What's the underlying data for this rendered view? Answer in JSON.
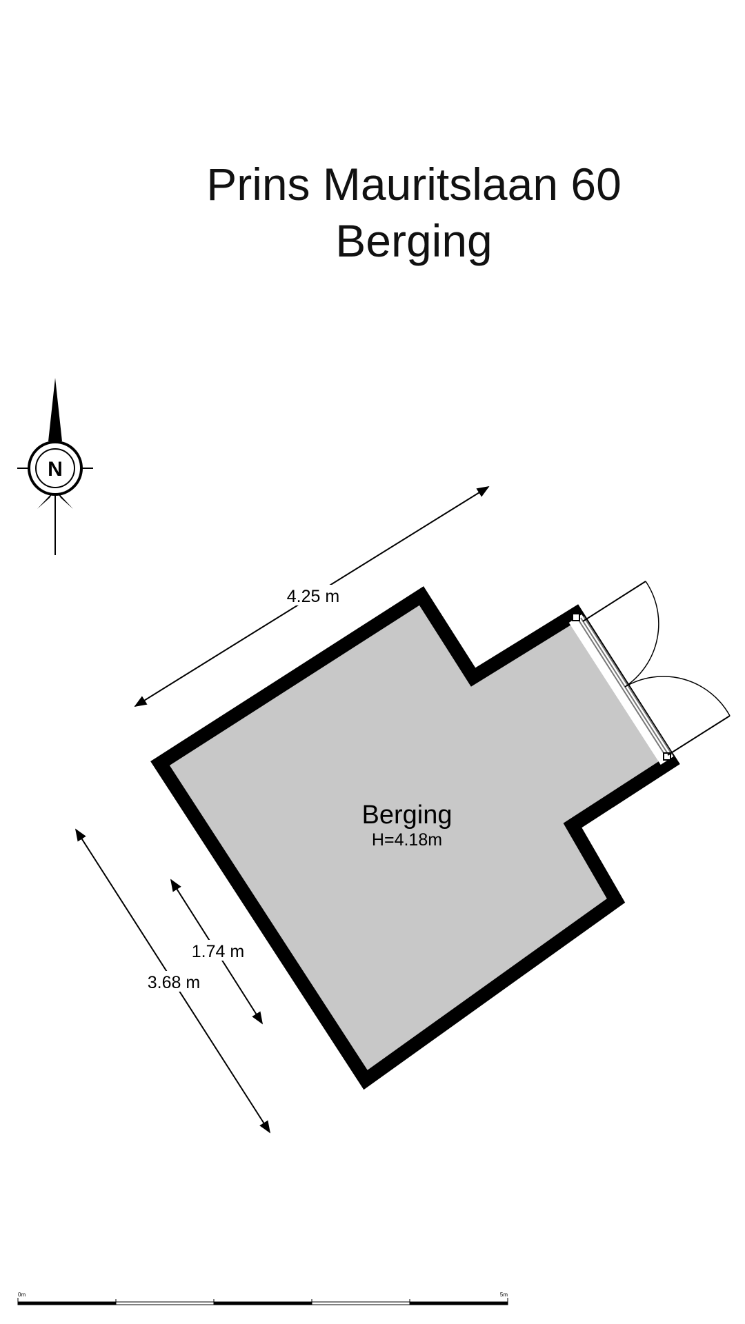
{
  "title": {
    "address": "Prins Mauritslaan 60",
    "floor": "Berging"
  },
  "room": {
    "name": "Berging",
    "height": "H=4.18m"
  },
  "dimensions": {
    "top": "4.25 m",
    "left_inner": "1.74 m",
    "left_outer": "3.68 m"
  },
  "compass": {
    "letter": "N"
  },
  "scale_bar": {
    "start": "0m",
    "end": "5m"
  },
  "colors": {
    "room_fill": "#c8c8c8",
    "wall": "#000000"
  }
}
